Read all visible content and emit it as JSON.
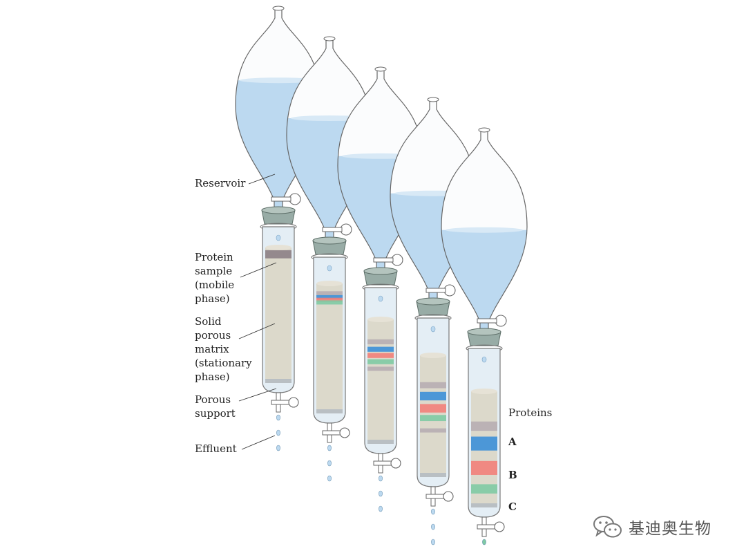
{
  "labels": {
    "reservoir": "Reservoir",
    "protein_sample": [
      "Protein",
      "sample",
      "(mobile",
      "phase)"
    ],
    "solid_matrix": [
      "Solid",
      "porous",
      "matrix",
      "(stationary",
      "phase)"
    ],
    "porous_support": [
      "Porous",
      "support"
    ],
    "effluent": "Effluent",
    "proteins": "Proteins",
    "band_a": "A",
    "band_b": "B",
    "band_c": "C"
  },
  "watermark": {
    "text": "基迪奥生物",
    "icon": "wechat-icon"
  },
  "colors": {
    "matrix": "#dcd9cb",
    "liquid": "#bcd9f0",
    "glass": "#e4eef5",
    "stopper": "#98aca6",
    "sample": "#8c7f86",
    "protein_a": "#3c8fd8",
    "protein_b": "#f2807a",
    "protein_c": "#7fcaa4",
    "protein_extra": "#b7adb2"
  },
  "columns": [
    {
      "stage": 1,
      "reservoir_fill": 0.62,
      "bands": [
        {
          "color": "sample",
          "pos": 0.02,
          "width": 0.06
        }
      ]
    },
    {
      "stage": 2,
      "reservoir_fill": 0.5,
      "bands": [
        {
          "color": "protein_extra",
          "pos": 0.06,
          "width": 0.03
        },
        {
          "color": "protein_a",
          "pos": 0.09,
          "width": 0.025
        },
        {
          "color": "protein_b",
          "pos": 0.11,
          "width": 0.025
        },
        {
          "color": "protein_c",
          "pos": 0.13,
          "width": 0.025
        }
      ]
    },
    {
      "stage": 3,
      "reservoir_fill": 0.38,
      "bands": [
        {
          "color": "protein_extra",
          "pos": 0.16,
          "width": 0.04
        },
        {
          "color": "protein_a",
          "pos": 0.22,
          "width": 0.04
        },
        {
          "color": "protein_b",
          "pos": 0.27,
          "width": 0.04
        },
        {
          "color": "protein_c",
          "pos": 0.32,
          "width": 0.04
        },
        {
          "color": "protein_extra",
          "pos": 0.38,
          "width": 0.03
        }
      ]
    },
    {
      "stage": 4,
      "reservoir_fill": 0.27,
      "bands": [
        {
          "color": "protein_extra",
          "pos": 0.22,
          "width": 0.05
        },
        {
          "color": "protein_a",
          "pos": 0.3,
          "width": 0.07
        },
        {
          "color": "protein_b",
          "pos": 0.4,
          "width": 0.07
        },
        {
          "color": "protein_c",
          "pos": 0.49,
          "width": 0.05
        },
        {
          "color": "protein_extra",
          "pos": 0.6,
          "width": 0.03
        }
      ]
    },
    {
      "stage": 5,
      "reservoir_fill": 0.17,
      "bands": [
        {
          "color": "protein_extra",
          "pos": 0.26,
          "width": 0.08
        },
        {
          "color": "protein_a",
          "pos": 0.39,
          "width": 0.12
        },
        {
          "color": "protein_b",
          "pos": 0.6,
          "width": 0.12
        },
        {
          "color": "protein_c",
          "pos": 0.8,
          "width": 0.08
        }
      ]
    }
  ]
}
